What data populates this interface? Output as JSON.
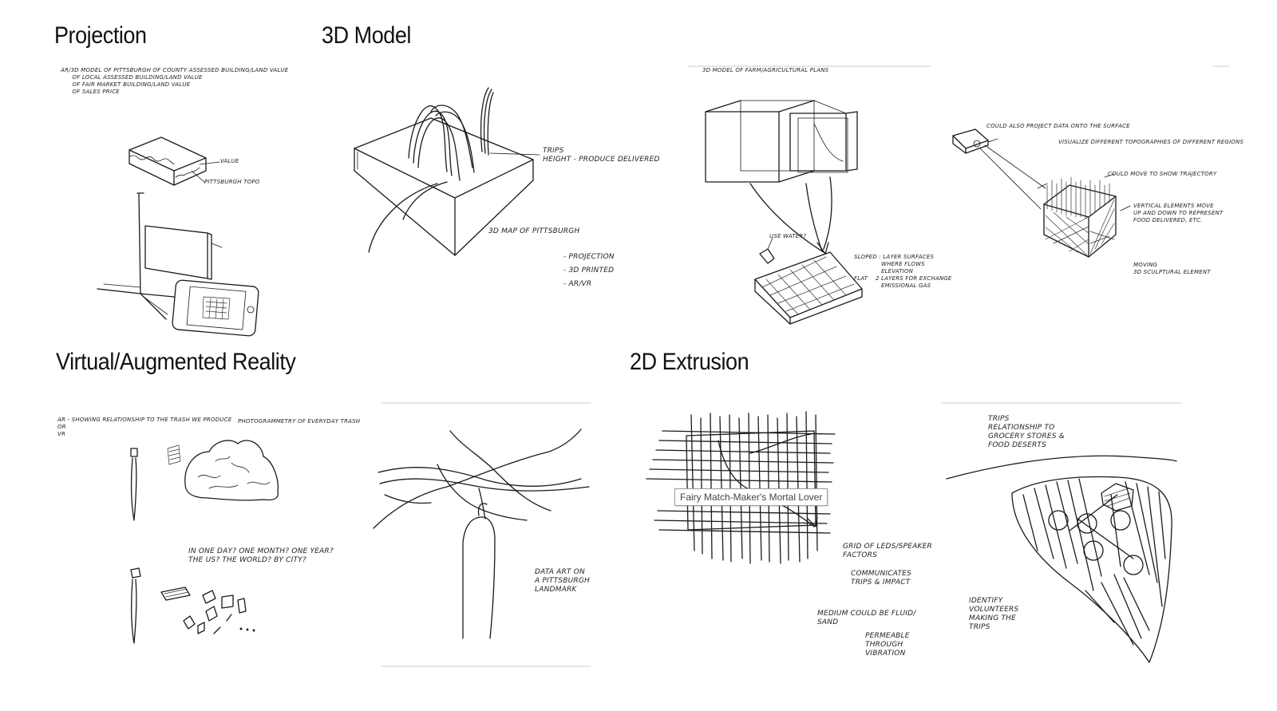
{
  "sections": {
    "projection": "Projection",
    "model3d": "3D Model",
    "vr": "Virtual/Augmented Reality",
    "extrusion2d": "2D Extrusion"
  },
  "notes": {
    "n1": "AR/3D MODEL OF PITTSBURGH OF COUNTY ASSESSED BUILDING/LAND VALUE\n      OF LOCAL ASSESSED BUILDING/LAND VALUE\n      OF FAIR MARKET BUILDING/LAND VALUE\n      OF SALES PRICE",
    "n2": "VALUE",
    "n3": "PITTSBURGH TOPO",
    "n4": "TRIPS\nHEIGHT - PRODUCE DELIVERED",
    "n5": "3D MAP OF PITTSBURGH",
    "n6": "- PROJECTION\n- 3D PRINTED\n- AR/VR",
    "n7": "3D MODEL OF FARM/AGRICULTURAL PLANS",
    "n8": "SLOPED : LAYER SURFACES\n              WHERE FLOWS\n              ELEVATION\nFLAT    2 LAYERS FOR EXCHANGE\n              EMISSIONAL GAS",
    "n9": "USE WATER?",
    "n10": "COULD ALSO PROJECT DATA ONTO THE SURFACE",
    "n11": "VISUALIZE DIFFERENT TOPOGRAPHIES OF DIFFERENT REGIONS",
    "n12": "COULD MOVE TO SHOW TRAJECTORY",
    "n13": "VERTICAL ELEMENTS MOVE\nUP AND DOWN TO REPRESENT\nFOOD DELIVERED, ETC.",
    "n14": "MOVING\n3D SCULPTURAL ELEMENT",
    "n15": "AR - SHOWING RELATIONSHIP TO THE TRASH WE PRODUCE\nOR\nVR",
    "n16": "PHOTOGRAMMETRY OF EVERYDAY TRASH",
    "n17": "IN ONE DAY? ONE MONTH? ONE YEAR?\nTHE US? THE WORLD? BY CITY?",
    "n18": "DATA ART ON\nA PITTSBURGH\nLANDMARK",
    "n19": "GRID OF LEDS/SPEAKER\nFACTORS",
    "n20": "COMMUNICATES\nTRIPS & IMPACT",
    "n21": "MEDIUM COULD BE FLUID/\nSAND",
    "n22": "PERMEABLE\nTHROUGH\nVIBRATION",
    "n23": "TRIPS\nRELATIONSHIP TO\nGROCERY STORES &\nFOOD DESERTS",
    "n24": "IDENTIFY\nVOLUNTEERS\nMAKING THE\nTRIPS"
  },
  "tooltip": "Fairy Match-Maker's Mortal Lover"
}
